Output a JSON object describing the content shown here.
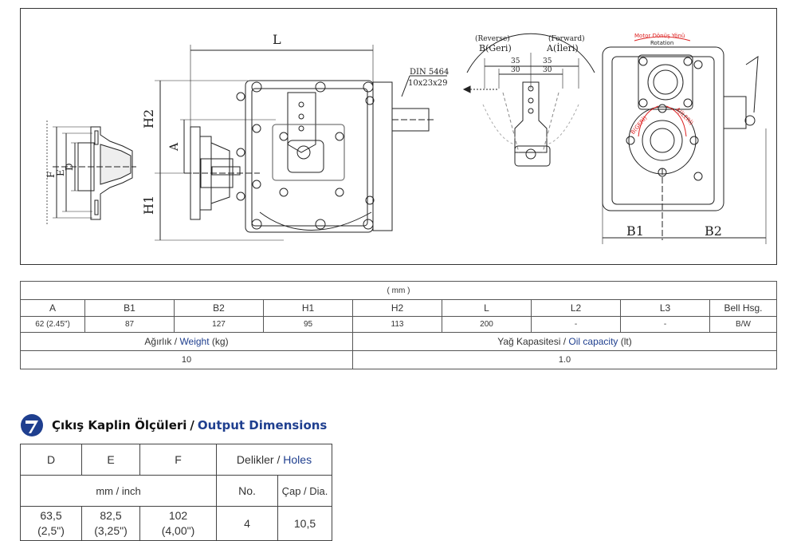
{
  "drawing": {
    "labels": {
      "L": "L",
      "H2": "H2",
      "H1": "H1",
      "A": "A",
      "F": "F",
      "E": "E",
      "D": "D",
      "B1": "B1",
      "B2": "B2",
      "din": "DIN 5464",
      "spline": "10x23x29",
      "reverse": "(Reverse)",
      "b_geri": "B(Geri)",
      "forward": "(Forward)",
      "a_ileri": "A(İleri)",
      "dim35_left": "35",
      "dim30_left": "30",
      "dim35_right": "35",
      "dim30_right": "30",
      "motor_rotation": "Motor Dönüş Yönü",
      "rotation": "Rotation",
      "b_geri_red": "B(GERİ)",
      "a_ileri_red": "A(İLERİ)"
    }
  },
  "spec_table": {
    "unit": "( mm )",
    "headers": [
      "A",
      "B1",
      "B2",
      "H1",
      "H2",
      "L",
      "L2",
      "L3",
      "Bell Hsg."
    ],
    "values": [
      "62 (2.45\")",
      "87",
      "127",
      "95",
      "113",
      "200",
      "-",
      "-",
      "B/W"
    ],
    "weight_label_tr": "Ağırlık /",
    "weight_label_en": "Weight",
    "weight_unit": "(kg)",
    "oil_label_tr": "Yağ Kapasitesi /",
    "oil_label_en": "Oil capacity",
    "oil_unit": "(lt)",
    "weight_value": "10",
    "oil_value": "1.0"
  },
  "output": {
    "title_tr": "Çıkış Kaplin Ölçüleri",
    "title_sep": "/",
    "title_en": "Output Dimensions",
    "col_D": "D",
    "col_E": "E",
    "col_F": "F",
    "holes_tr": "Delikler /",
    "holes_en": "Holes",
    "unit": "mm / inch",
    "no": "No.",
    "dia": "Çap / Dia.",
    "D_mm": "63,5",
    "D_in": "(2,5\")",
    "E_mm": "82,5",
    "E_in": "(3,25\")",
    "F_mm": "102",
    "F_in": "(4,00\")",
    "holes_no": "4",
    "holes_dia": "10,5"
  },
  "colors": {
    "accent_blue": "#1f3f8f",
    "rotation_red": "#d22"
  }
}
